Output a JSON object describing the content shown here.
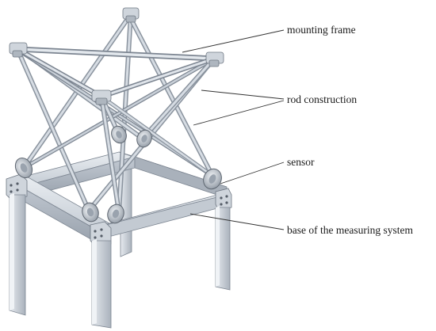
{
  "labels": {
    "mounting_frame": "mounting frame",
    "rod_construction": "rod construction",
    "sensor": "sensor",
    "base": "base of the measuring system"
  },
  "colors": {
    "background": "#ffffff",
    "metal_light": "#dfe4ea",
    "metal_mid": "#b9c1cb",
    "metal_dark": "#7c8591",
    "leader_line": "#333333",
    "text": "#1a1a1a"
  }
}
